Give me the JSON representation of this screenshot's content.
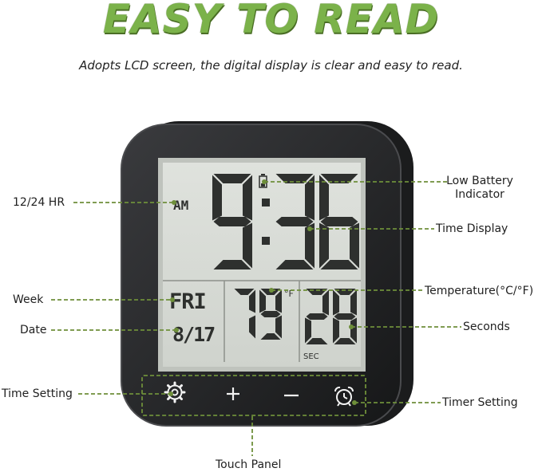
{
  "title": "EASY TO READ",
  "subtitle": "Adopts LCD screen, the digital display is clear and easy to read.",
  "colors": {
    "title_green": "#7bb24a",
    "callout_green": "#6e8f3a",
    "lcd_bg": "#d7dbd5",
    "device_body": "#252628"
  },
  "display": {
    "am_pm": "AM",
    "time": "9:36",
    "week": "FRI",
    "date": "8/17",
    "temperature": "79",
    "temp_unit": "°F",
    "seconds": "28",
    "seconds_label": "SEC"
  },
  "touch_panel": {
    "buttons": [
      {
        "icon": "gear-icon"
      },
      {
        "icon": "plus-icon"
      },
      {
        "icon": "minus-icon"
      },
      {
        "icon": "alarm-clock-icon"
      }
    ]
  },
  "callouts": {
    "hr_12_24": "12/24 HR",
    "low_battery_1": "Low Battery",
    "low_battery_2": "Indicator",
    "time_display": "Time Display",
    "week": "Week",
    "date": "Date",
    "temperature": "Temperature(°C/°F)",
    "seconds": "Seconds",
    "time_setting": "Time Setting",
    "timer_setting": "Timer Setting",
    "touch_panel": "Touch Panel"
  }
}
